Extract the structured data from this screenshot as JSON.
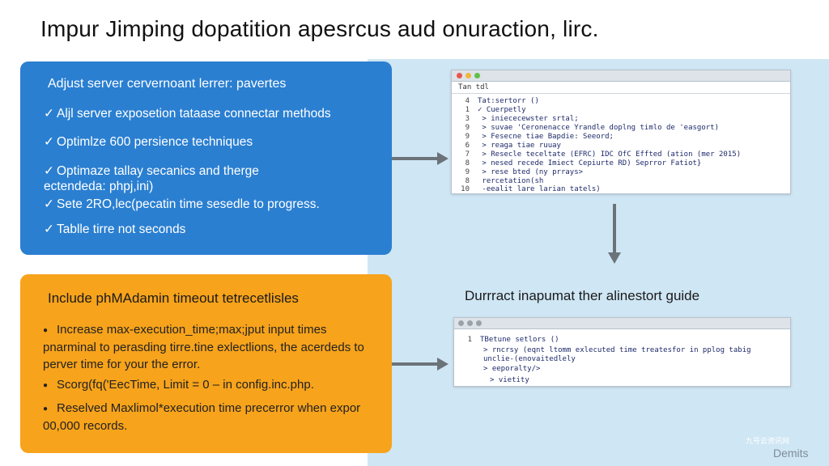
{
  "title": "Impur Jimping dopatition apesrcus aud onuraction, lirc.",
  "blue_card": {
    "heading": "Adjust server cervernoant lerrer: pavertes",
    "check_glyph": "✓",
    "items": [
      "Aljl server exposetion tataase connectar methods",
      "Optimlze 600 persience techniques",
      "Optimaze tallay secanics and therge ectendeda: phpj,ini)",
      "Sete 2RO,lec(pecatin time sesedle to progress.",
      "Tablle tirre not seconds"
    ]
  },
  "orange_card": {
    "heading": "Include phMAdamin timeout tetrecetlisles",
    "bullet_glyph": "●",
    "items": [
      "Increase max-execution_time;max;jput input times pnarminal to perasding tirre.tine exlectlions, the acerdeds to perver time for your the error.",
      "Scorg(fq('EecTime, Limit = 0 – in config.inc.php.",
      "Reselved Maxlimol*execution time precerror when expor 00,000 records."
    ]
  },
  "code_top": {
    "tab_label": "Tan tdl",
    "lines": [
      {
        "n": "4",
        "text": "Tat:sertorr ()"
      },
      {
        "n": "1",
        "text": "✓ Cuerpetly"
      },
      {
        "n": "3",
        "text": "  > iniececewster srtal;"
      },
      {
        "n": "9",
        "text": "  > suvae 'Ceronenacce Yrandle doplng timlo de 'easgort)"
      },
      {
        "n": "9",
        "text": "  > Fesecne tiae Bapdie: Seeord;"
      },
      {
        "n": "6",
        "text": "  > reaga tiae ruuay"
      },
      {
        "n": "7",
        "text": "  > Resecle teceltate (EFRC) IDC OfC Effted (ation (mer 2015)"
      },
      {
        "n": "8",
        "text": "  > nesed recede Imiect Cepiurte RD) Seprror Fatiot}"
      },
      {
        "n": "9",
        "text": "  > rese bted (ny prrays>"
      },
      {
        "n": "8",
        "text": "    rercetation(sh"
      },
      {
        "n": "10",
        "text": "   -eealit lare larian tatels)"
      }
    ]
  },
  "code_bottom": {
    "lines": [
      {
        "n": "1",
        "text": "TBetune setlors ()"
      },
      {
        "n": "",
        "text": "  > rncrsy (eqnt ltomm exlecuted time treatesfor in pplog tabig"
      },
      {
        "n": "",
        "text": "    unclie-(enovaitedlely"
      },
      {
        "n": "",
        "text": "  > eeporalty/>"
      },
      {
        "n": "",
        "text": "> vietity"
      }
    ]
  },
  "guide_label": "Durrract inapumat ther alinestort guide",
  "watermark_small": "九号云资讯网",
  "watermark": "Demits",
  "colors": {
    "blue_card": "#2a7fd1",
    "orange_card": "#f7a31b",
    "panel_bg": "#cfe6f4",
    "arrow": "#6b7379"
  },
  "icons": [
    "check-icon",
    "bullet-icon",
    "arrow-right-icon",
    "arrow-down-icon",
    "window-close-dot-icon",
    "window-minimize-dot-icon",
    "window-maximize-dot-icon"
  ]
}
